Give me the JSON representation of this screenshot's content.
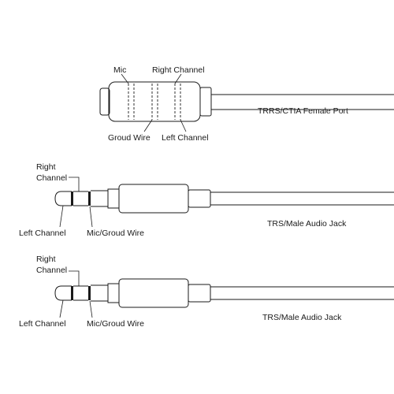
{
  "female_port": {
    "labels": {
      "mic": "Mic",
      "right_channel": "Right Channel",
      "ground_wire": "Groud Wire",
      "left_channel": "Left Channel"
    },
    "caption": "TRRS/CTIA Female Port"
  },
  "male_jack_1": {
    "labels": {
      "right_channel_line1": "Right",
      "right_channel_line2": "Channel",
      "left_channel": "Left Channel",
      "mic_ground": "Mic/Groud Wire"
    },
    "caption": "TRS/Male Audio Jack"
  },
  "male_jack_2": {
    "labels": {
      "right_channel_line1": "Right",
      "right_channel_line2": "Channel",
      "left_channel": "Left Channel",
      "mic_ground": "Mic/Groud Wire"
    },
    "caption": "TRS/Male Audio Jack"
  }
}
